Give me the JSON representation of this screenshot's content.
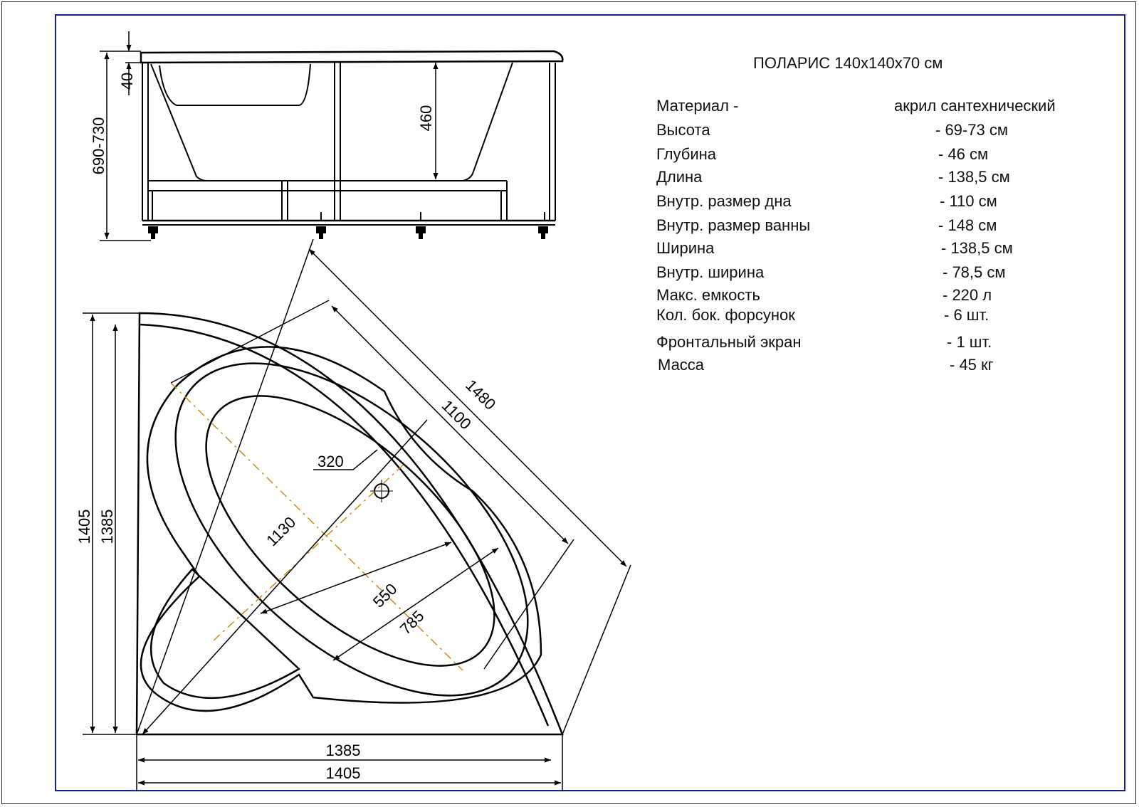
{
  "title": "ПОЛАРИС 140х140х70 см",
  "specs": [
    {
      "label": "Материал -",
      "value": "акрил сантехнический"
    },
    {
      "label": "Высота",
      "value": "- 69-73 см"
    },
    {
      "label": "Глубина",
      "value": "- 46 см"
    },
    {
      "label": "Длина",
      "value": "- 138,5 см"
    },
    {
      "label": "Внутр. размер дна",
      "value": "- 110 см"
    },
    {
      "label": "Внутр. размер ванны",
      "value": "- 148 см"
    },
    {
      "label": "Ширина",
      "value": "- 138,5 см"
    },
    {
      "label": "Внутр. ширина",
      "value": "- 78,5 см"
    },
    {
      "label": "Макс. емкость",
      "value": "- 220 л"
    },
    {
      "label": "Кол. бок. форсунок",
      "value": "- 6 шт."
    },
    {
      "label": "Фронтальный экран",
      "value": "- 1 шт."
    },
    {
      "label": "Масса",
      "value": "- 45 кг"
    }
  ],
  "dimensions": {
    "rim_thickness": "40",
    "total_height": "690-730",
    "inner_depth": "460",
    "diag_total": "1480",
    "diag_inner": "1100",
    "drain_offset": "320",
    "bowl_length": "1130",
    "bowl_width": "550",
    "inner_width": "785",
    "side_inner_v": "1385",
    "side_outer_v": "1405",
    "side_inner_h": "1385",
    "side_outer_h": "1405"
  },
  "colors": {
    "line": "#000000",
    "frame": "#1a237e",
    "axis": "#d08a1a"
  }
}
